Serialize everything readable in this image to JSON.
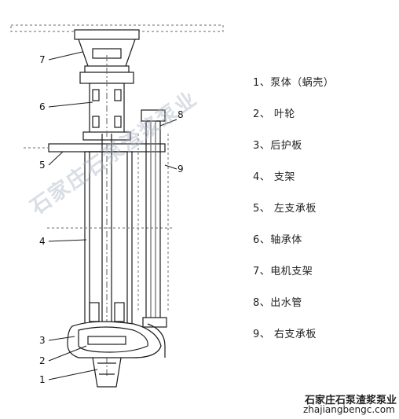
{
  "legend": [
    {
      "text": "1、泵体（蜗壳）"
    },
    {
      "text": "2、 叶轮"
    },
    {
      "text": "3、后护板"
    },
    {
      "text": "4、 支架"
    },
    {
      "text": "5、 左支承板"
    },
    {
      "text": "6、轴承体"
    },
    {
      "text": "7、电机支架"
    },
    {
      "text": "8、出水管"
    },
    {
      "text": "9、 右支承板"
    }
  ],
  "callouts": {
    "n1": "1",
    "n2": "2",
    "n3": "3",
    "n4": "4",
    "n5": "5",
    "n6": "6",
    "n7": "7",
    "n8": "8",
    "n9": "9"
  },
  "watermark": "石家庄石泵渣浆泵业",
  "brand": {
    "name": "石家庄石泵渣浆泵业",
    "url": "zhajiangbengc.com"
  },
  "colors": {
    "line": "#1a1a1a",
    "dash": "#7a7a7a",
    "watermark": "#aab4c3"
  }
}
